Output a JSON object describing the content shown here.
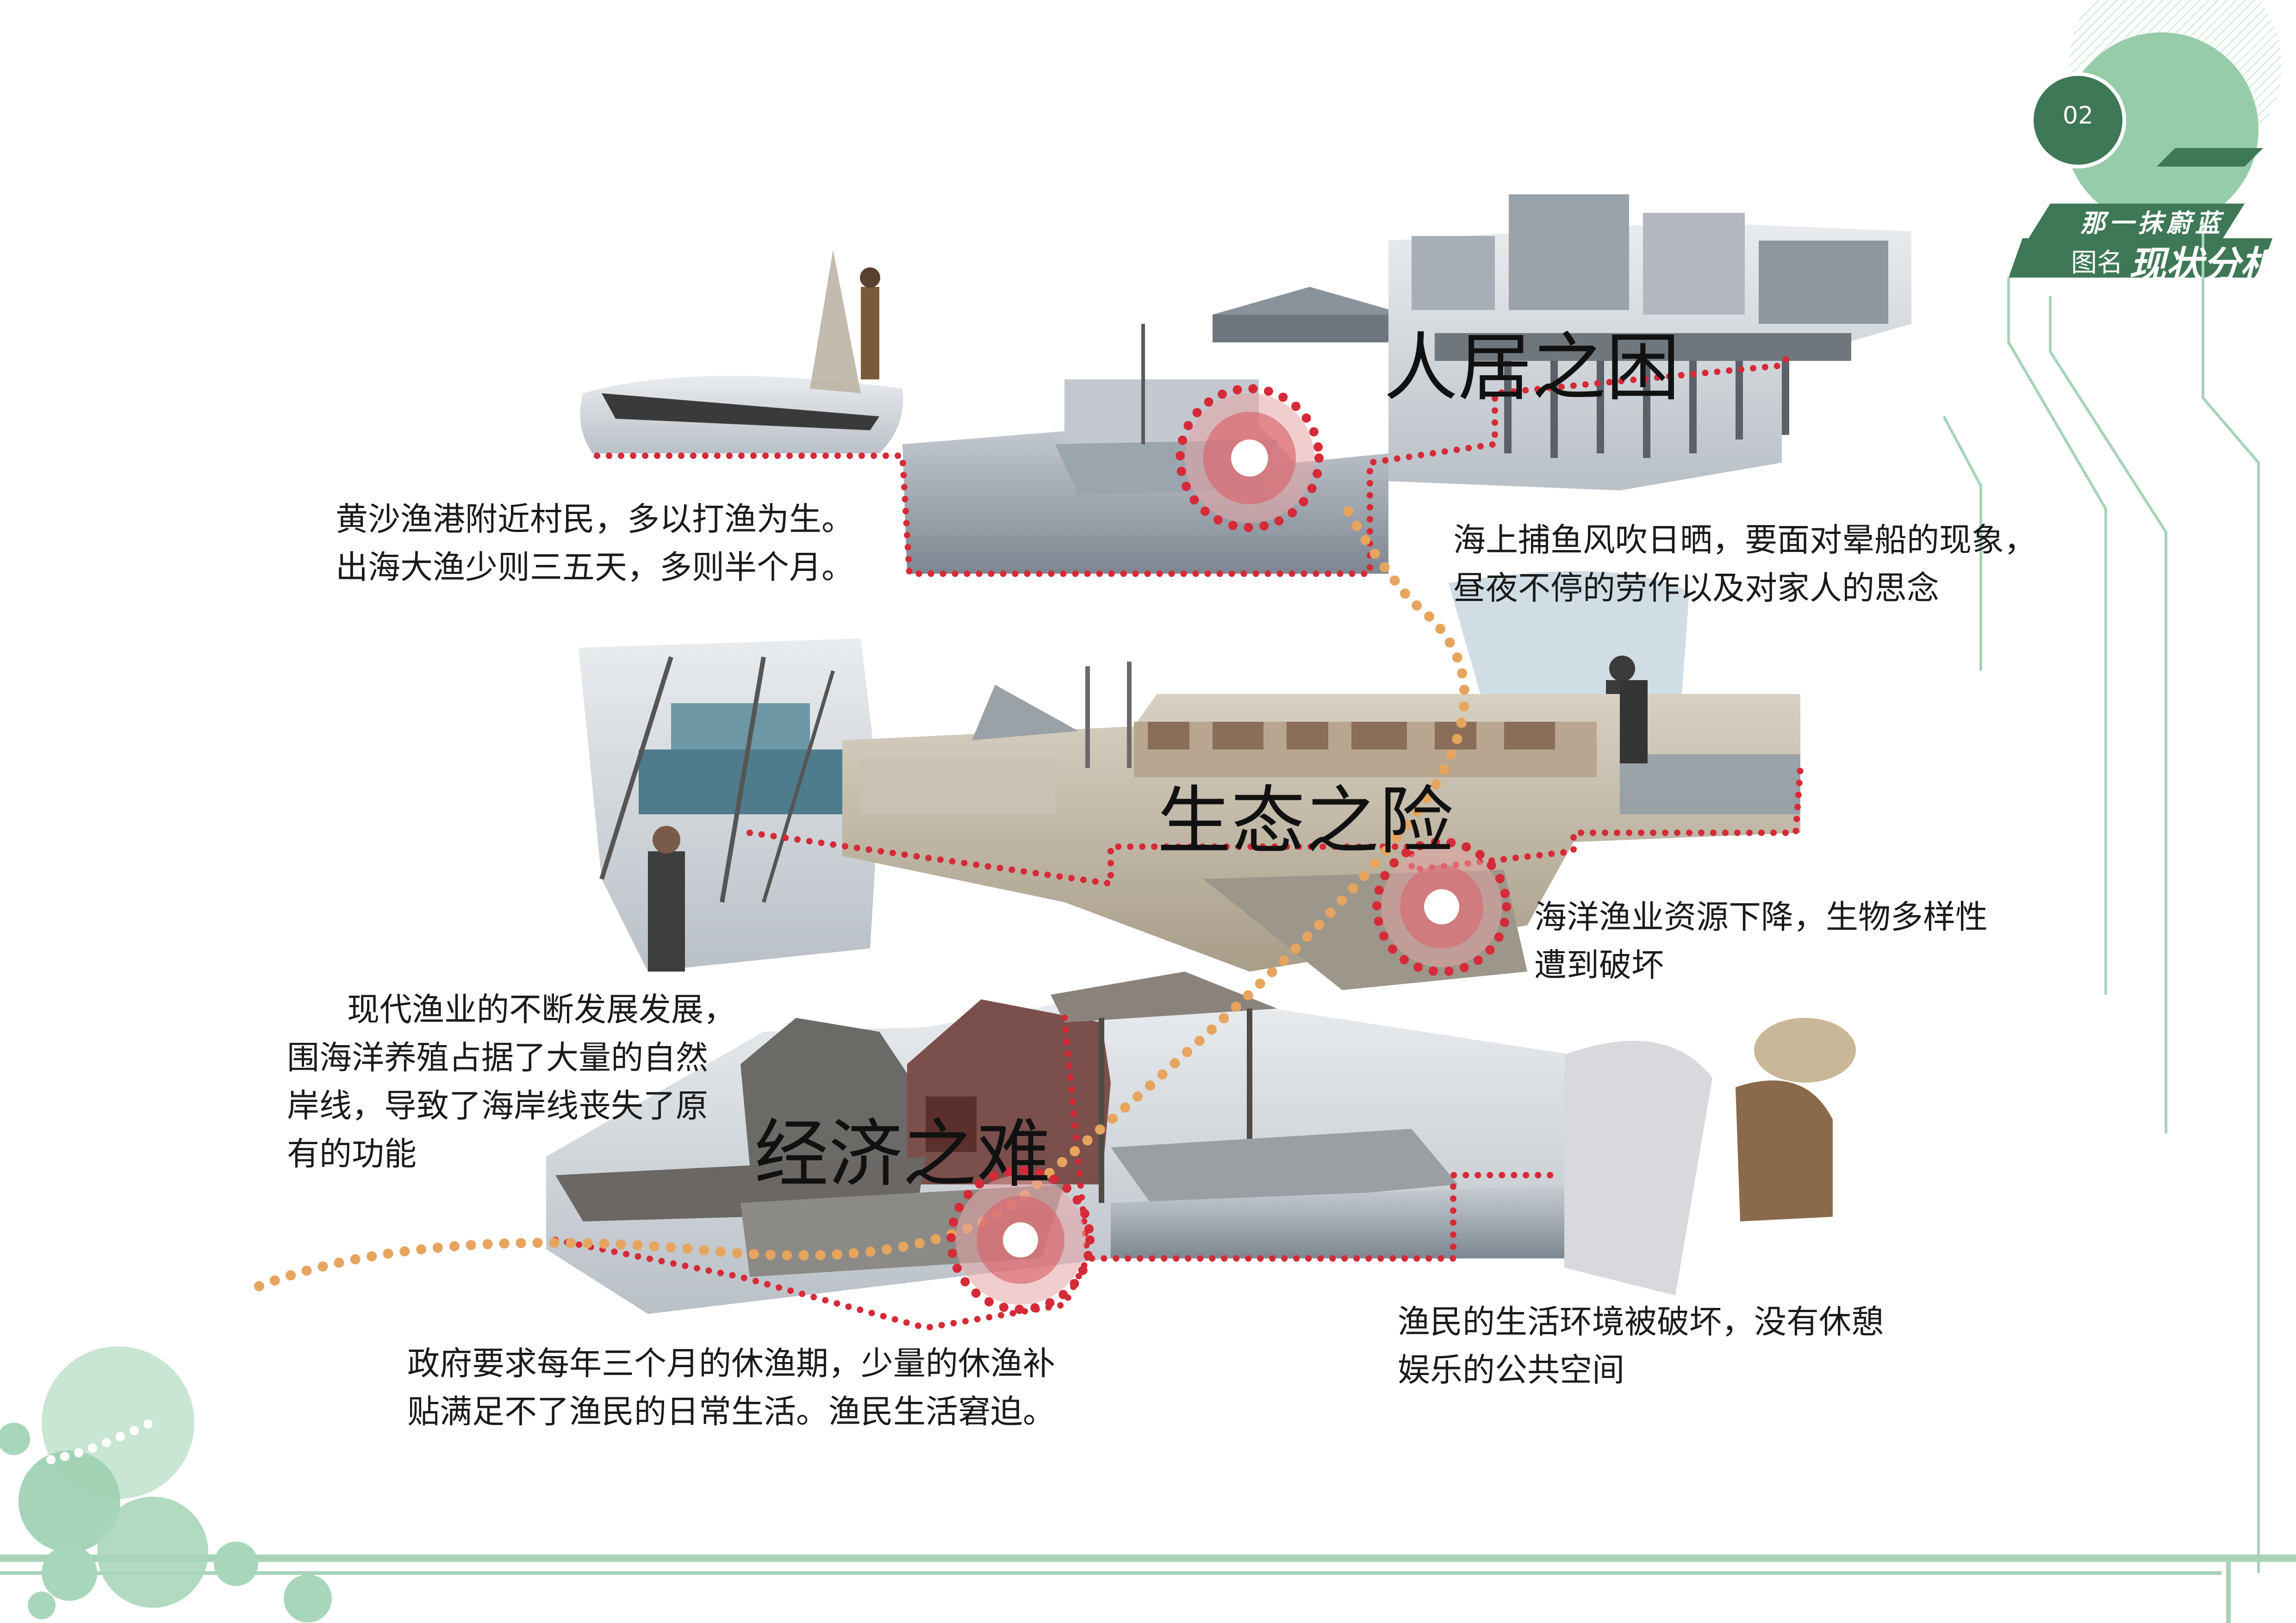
{
  "header": {
    "page_number": "02",
    "subtitle_calligraphy": "那一抹蔚蓝",
    "label": "图名",
    "title_calligraphy": "现状分析"
  },
  "sections": [
    {
      "title": "人居之困",
      "text_left": [
        "黄沙渔港附近村民，多以打渔为生。",
        "出海大渔少则三五天，多则半个月。"
      ],
      "text_right": [
        "海上捕鱼风吹日晒，要面对晕船的现象，",
        "昼夜不停的劳作以及对家人的思念"
      ]
    },
    {
      "title": "生态之险",
      "text_left": [
        "现代渔业的不断发展发展，",
        "围海洋养殖占据了大量的自然",
        "岸线，导致了海岸线丧失了原",
        "有的功能"
      ],
      "text_right": [
        "海洋渔业资源下降，生物多样性",
        "遭到破坏"
      ]
    },
    {
      "title": "经济之难",
      "text_left": [
        "政府要求每年三个月的休渔期，少量的休渔补",
        "贴满足不了渔民的日常生活。渔民生活窘迫。"
      ],
      "text_right": [
        "渔民的生活环境被破坏，没有休憩",
        "娱乐的公共空间"
      ]
    }
  ],
  "colors": {
    "accent_green": "#8fc7a3",
    "dark_green": "#3f7a57",
    "red_dots": "#d62a38",
    "orange_dots": "#e6a55e"
  }
}
